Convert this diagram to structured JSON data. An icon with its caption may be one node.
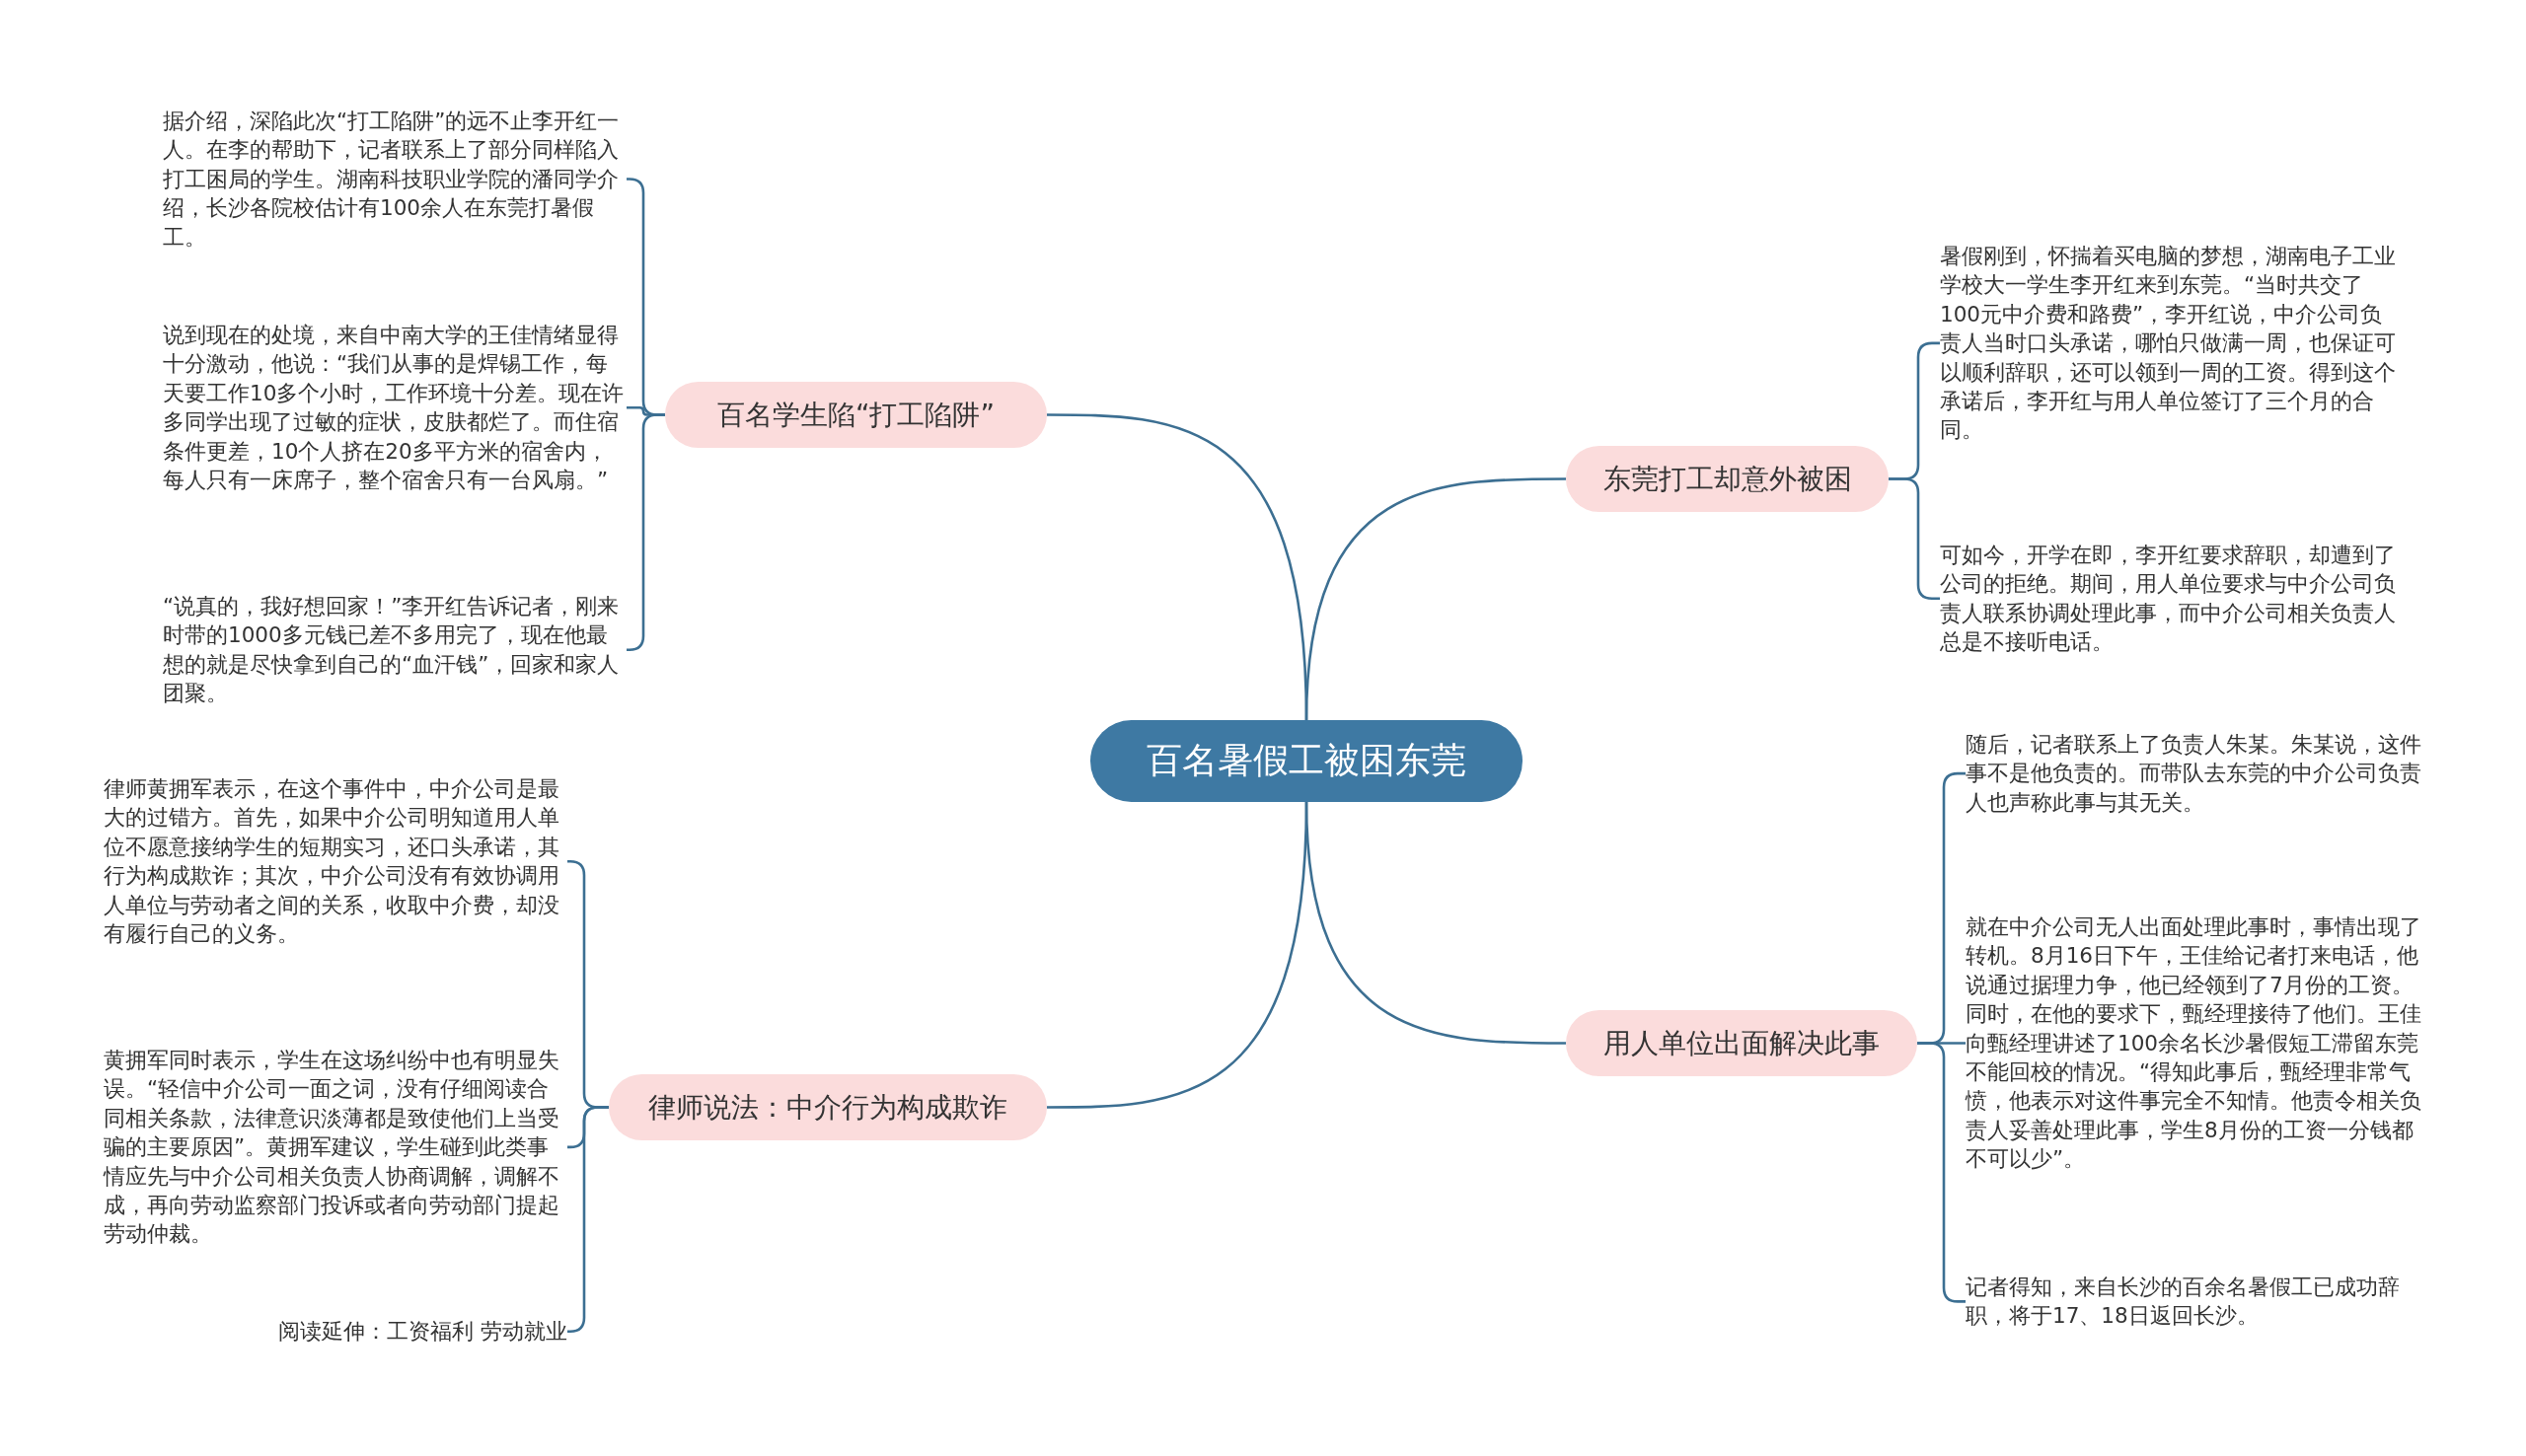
{
  "diagram": {
    "nodes": [
      {
        "text": [
          "百名暑假工被困东莞"
        ]
      },
      {
        "text": [
          "百名学生陷“打工陷阱”"
        ]
      },
      {
        "text": [
          "据介绍，深陷此次“打工陷阱”的远不止李开红一人。在李的帮助下，记者联系上了部分同样陷入打工困局的学生。湖南科技职业学院的潘同学介绍，长沙各院校估计有100余人在东莞打暑假工。"
        ]
      },
      {
        "text": [
          "说到现在的处境，来自中南大学的王佳情绪显得十分激动，他说：“我们从事的是焊锡工作，每天要工作10多个小时，工作环境十分差。现在许多同学出现了过敏的症状，皮肤都烂了。而住宿条件更差，10个人挤在20多平方米的宿舍内，每人只有一床席子，整个宿舍只有一台风扇。”"
        ]
      },
      {
        "text": [
          "“说真的，我好想回家！”李开红告诉记者，刚来时带的1000多元钱已差不多用完了，现在他最想的就是尽快拿到自己的“血汗钱”，回家和家人团聚。"
        ]
      },
      {
        "text": [
          "律师说法：中介行为构成欺诈"
        ]
      },
      {
        "text": [
          "律师黄拥军表示，在这个事件中，中介公司是最大的过错方。首先，如果中介公司明知道用人单位不愿意接纳学生的短期实习，还口头承诺，其行为构成欺诈；其次，中介公司没有有效协调用人单位与劳动者之间的关系，收取中介费，却没有履行自己的义务。"
        ]
      },
      {
        "text": [
          "黄拥军同时表示，学生在这场纠纷中也有明显失误。“轻信中介公司一面之词，没有仔细阅读合同相关条款，法律意识淡薄都是致使他们上当受骗的主要原因”。黄拥军建议，学生碰到此类事情应先与中介公司相关负责人协商调解，调解不成，再向劳动监察部门投诉或者向劳动部门提起劳动仲裁。"
        ]
      },
      {
        "text": [
          "阅读延伸：工资福利 劳动就业"
        ]
      },
      {
        "text": [
          "东莞打工却意外被困"
        ]
      },
      {
        "text": [
          "暑假刚到，怀揣着买电脑的梦想，湖南电子工业学校大一学生李开红来到东莞。“当时共交了100元中介费和路费”，李开红说，中介公司负责人当时口头承诺，哪怕只做满一周，也保证可以顺利辞职，还可以领到一周的工资。得到这个承诺后，李开红与用人单位签订了三个月的合同。"
        ]
      },
      {
        "text": [
          "可如今，开学在即，李开红要求辞职，却遭到了公司的拒绝。期间，用人单位要求与中介公司负责人联系协调处理此事，而中介公司相关负责人总是不接听电话。"
        ]
      },
      {
        "text": [
          "用人单位出面解决此事"
        ]
      },
      {
        "text": [
          "随后，记者联系上了负责人朱某。朱某说，这件事不是他负责的。而带队去东莞的中介公司负责人也声称此事与其无关。"
        ]
      },
      {
        "text": [
          "就在中介公司无人出面处理此事时，事情出现了转机。8月16日下午，王佳给记者打来电话，他说通过据理力争，他已经领到了7月份的工资。同时，在他的要求下，甄经理接待了他们。王佳向甄经理讲述了100余名长沙暑假短工滞留东莞不能回校的情况。“得知此事后，甄经理非常气愤，他表示对这件事完全不知情。他责令相关负责人妥善处理此事，学生8月份的工资一分钱都不可以少”。"
        ]
      },
      {
        "text": [
          "记者得知，来自长沙的百余名暑假工已成功辞职，将于17、18日返回长沙。"
        ]
      }
    ],
    "edges": [
      {
        "from": 0,
        "to": 1,
        "arrow": "none"
      },
      {
        "from": 0,
        "to": 5,
        "arrow": "none"
      },
      {
        "from": 0,
        "to": 9,
        "arrow": "none"
      },
      {
        "from": 0,
        "to": 12,
        "arrow": "none"
      },
      {
        "from": 1,
        "to": 2,
        "arrow": "none"
      },
      {
        "from": 1,
        "to": 3,
        "arrow": "none"
      },
      {
        "from": 1,
        "to": 4,
        "arrow": "none"
      },
      {
        "from": 5,
        "to": 6,
        "arrow": "none"
      },
      {
        "from": 5,
        "to": 7,
        "arrow": "none"
      },
      {
        "from": 5,
        "to": 8,
        "arrow": "none"
      },
      {
        "from": 9,
        "to": 10,
        "arrow": "none"
      },
      {
        "from": 9,
        "to": 11,
        "arrow": "none"
      },
      {
        "from": 12,
        "to": 13,
        "arrow": "none"
      },
      {
        "from": 12,
        "to": 14,
        "arrow": "none"
      },
      {
        "from": 12,
        "to": 15,
        "arrow": "none"
      }
    ]
  }
}
